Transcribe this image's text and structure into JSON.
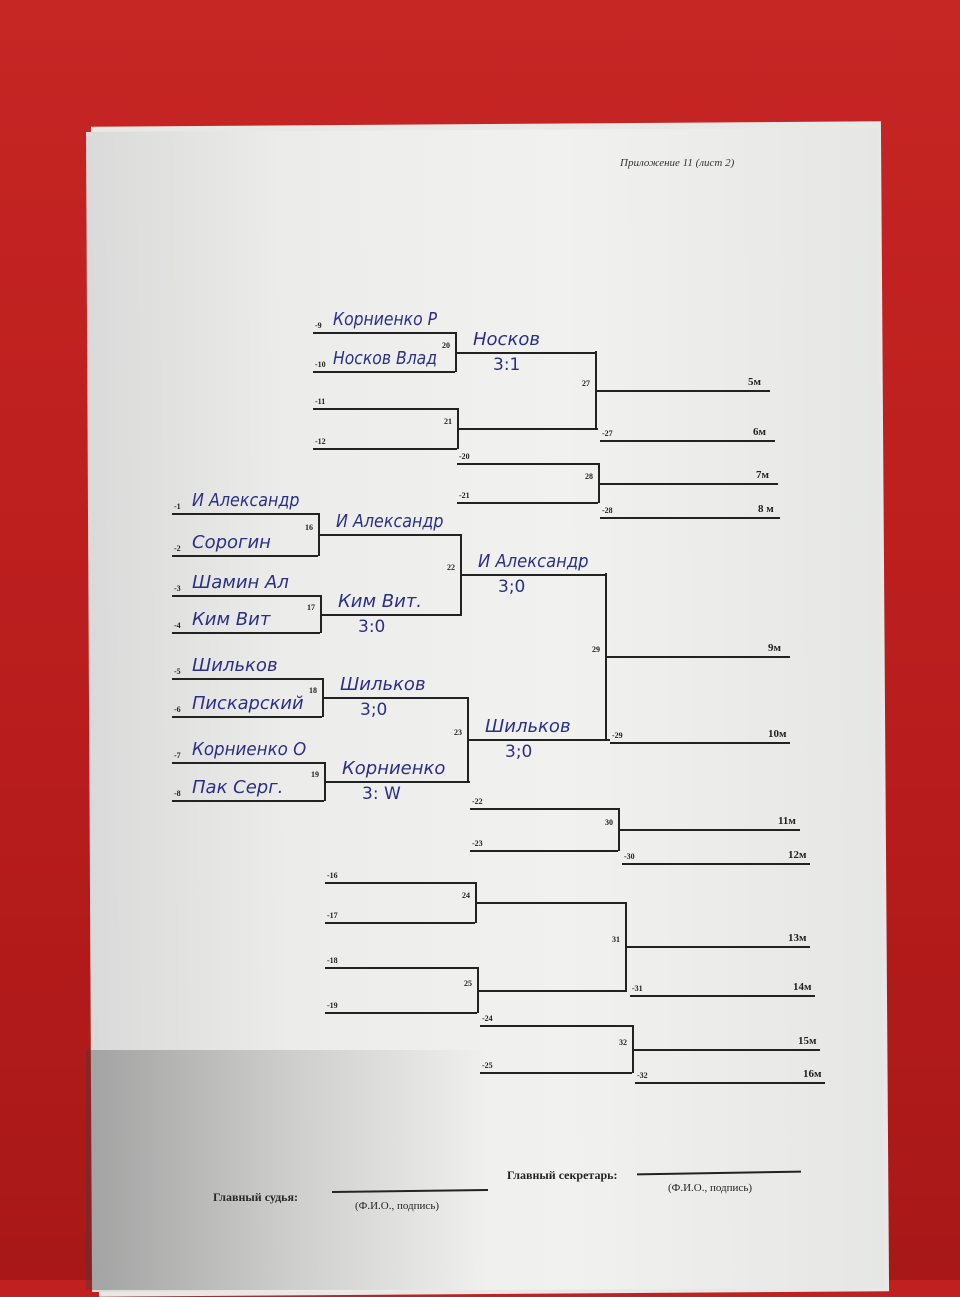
{
  "header": "Приложение 11 (лист 2)",
  "slots": [
    {
      "label": "-9",
      "name": "Корниенко Р"
    },
    {
      "label": "-10",
      "name": "Носков Влад"
    },
    {
      "label": "-11"
    },
    {
      "label": "-12"
    },
    {
      "label": "-1",
      "name": "И Александр"
    },
    {
      "label": "-2",
      "name": "Сорогин"
    },
    {
      "label": "-3",
      "name": "Шамин Ал"
    },
    {
      "label": "-4",
      "name": "Ким Вит"
    },
    {
      "label": "-5",
      "name": "Шильков"
    },
    {
      "label": "-6",
      "name": "Пискарский"
    },
    {
      "label": "-7",
      "name": "Корниенко О"
    },
    {
      "label": "-8",
      "name": "Пак Серг."
    },
    {
      "label": "-20"
    },
    {
      "label": "-21"
    },
    {
      "label": "-22"
    },
    {
      "label": "-23"
    },
    {
      "label": "-16"
    },
    {
      "label": "-17"
    },
    {
      "label": "-18"
    },
    {
      "label": "-19"
    },
    {
      "label": "-24"
    },
    {
      "label": "-25"
    },
    {
      "label": "-27",
      "place": "6м"
    },
    {
      "label": "-28",
      "place": "8 м"
    },
    {
      "label": "-29",
      "place": "10м"
    },
    {
      "label": "-30",
      "place": "12м"
    },
    {
      "label": "-31",
      "place": "14м"
    },
    {
      "label": "-32",
      "place": "16м"
    }
  ],
  "matches": [
    {
      "number": "20",
      "winner": "Носков",
      "score": "3:1"
    },
    {
      "number": "21"
    },
    {
      "number": "27",
      "place": "5м"
    },
    {
      "number": "28",
      "place": "7м"
    },
    {
      "number": "16",
      "winner": "И Александр"
    },
    {
      "number": "17",
      "winner": "Ким Вит.",
      "score": "3:0"
    },
    {
      "number": "22",
      "winner": "И Александр",
      "score": "3;0"
    },
    {
      "number": "18",
      "winner": "Шильков",
      "score": "3;0"
    },
    {
      "number": "19",
      "winner": "Корниенко",
      "score": "3: W"
    },
    {
      "number": "23",
      "winner": "Шильков",
      "score": "3;0"
    },
    {
      "number": "29",
      "place": "9м"
    },
    {
      "number": "30",
      "place": "11м"
    },
    {
      "number": "24"
    },
    {
      "number": "25"
    },
    {
      "number": "31",
      "place": "13м"
    },
    {
      "number": "32",
      "place": "15м"
    }
  ],
  "footer": {
    "chief_judge": "Главный судья:",
    "chief_secretary": "Главный секретарь:",
    "signature_hint_1": "(Ф.И.О., подпись)",
    "signature_hint_2": "(Ф.И.О., подпись)"
  }
}
